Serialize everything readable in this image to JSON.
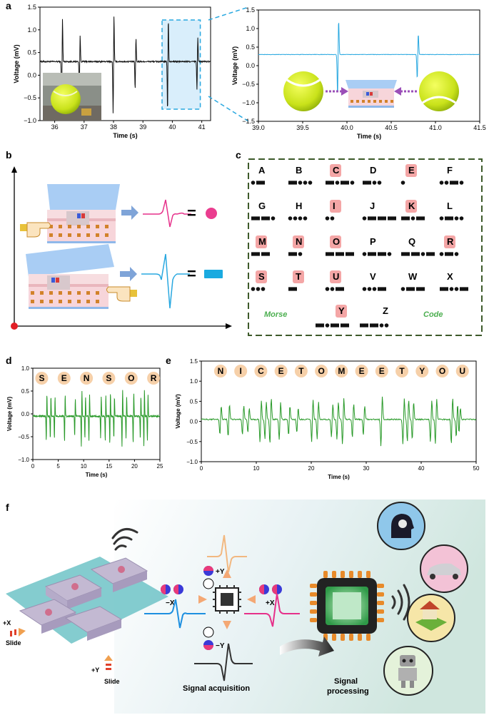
{
  "panel_labels": {
    "a": "a",
    "b": "b",
    "c": "c",
    "d": "d",
    "e": "e",
    "f": "f"
  },
  "colors": {
    "blue_trace": "#29a8e0",
    "black_trace": "#111111",
    "green_trace": "#2a9a2a",
    "pink_trace": "#e6308a",
    "highlight": "#d9eefb",
    "morse_green": "#4caf50",
    "letter_highlight": "#f4a6a6",
    "dashed_frame": "#3d5a2a"
  },
  "chart_data": [
    {
      "type": "line",
      "id": "a-left",
      "xlabel": "Time (s)",
      "ylabel": "Voltage (mV)",
      "xlim": [
        35.5,
        41.3
      ],
      "ylim": [
        -1.0,
        1.5
      ],
      "xticks": [
        "36",
        "37",
        "38",
        "39",
        "40",
        "41"
      ],
      "yticks": [
        "-1.0",
        "-0.5",
        "0.0",
        "0.5",
        "1.0",
        "1.5"
      ],
      "baseline": 0.3,
      "highlight_x": [
        39.65,
        40.95
      ],
      "series": [
        {
          "color": "#111111",
          "events": [
            [
              36.25,
              1.0
            ],
            [
              36.85,
              0.6
            ],
            [
              38.0,
              1.05
            ],
            [
              38.75,
              0.55
            ],
            [
              39.85,
              1.0
            ],
            [
              40.85,
              0.55
            ]
          ]
        }
      ]
    },
    {
      "type": "line",
      "id": "a-right",
      "xlabel": "Time (s)",
      "ylabel": "Voltage (mV)",
      "xlim": [
        39.0,
        41.5
      ],
      "ylim": [
        -1.5,
        1.5
      ],
      "xticks": [
        "39.0",
        "39.5",
        "40.0",
        "40.5",
        "41.0",
        "41.5"
      ],
      "yticks": [
        "-1.5",
        "-1.0",
        "-0.5",
        "0.0",
        "0.5",
        "1.0",
        "1.5"
      ],
      "baseline": 0.3,
      "series": [
        {
          "color": "#29a8e0",
          "events": [
            [
              39.9,
              1.0
            ],
            [
              40.8,
              0.6
            ]
          ]
        }
      ]
    },
    {
      "type": "line",
      "id": "d",
      "xlabel": "Time (s)",
      "ylabel": "Voltage (mV)",
      "xlim": [
        0,
        25
      ],
      "ylim": [
        -1.0,
        1.0
      ],
      "xticks": [
        "0",
        "5",
        "10",
        "15",
        "20",
        "25"
      ],
      "yticks": [
        "-1.0",
        "-0.5",
        "0.0",
        "0.5",
        "1.0"
      ],
      "word_letters": [
        "S",
        "E",
        "N",
        "S",
        "O",
        "R"
      ],
      "baseline": -0.05,
      "series": [
        {
          "color": "#2a9a2a",
          "events": [
            [
              2.7,
              0.5
            ],
            [
              3.5,
              0.45
            ],
            [
              4.3,
              0.45
            ],
            [
              6.3,
              0.5
            ],
            [
              8.3,
              0.4
            ],
            [
              9.6,
              0.6
            ],
            [
              10.3,
              0.45
            ],
            [
              11.1,
              0.5
            ],
            [
              13.4,
              0.45
            ],
            [
              14.3,
              0.5
            ],
            [
              15.2,
              0.55
            ],
            [
              16.0,
              0.45
            ],
            [
              17.6,
              0.6
            ],
            [
              18.4,
              0.45
            ],
            [
              19.8,
              0.55
            ],
            [
              21.2,
              0.45
            ],
            [
              21.9,
              0.6
            ],
            [
              22.6,
              0.5
            ]
          ]
        }
      ]
    },
    {
      "type": "line",
      "id": "e",
      "xlabel": "Time (s)",
      "ylabel": "Voltage (mV)",
      "xlim": [
        0,
        50
      ],
      "ylim": [
        -1.0,
        1.5
      ],
      "xticks": [
        "0",
        "10",
        "20",
        "30",
        "40",
        "50"
      ],
      "yticks": [
        "-1.0",
        "-0.5",
        "0.0",
        "0.5",
        "1.0",
        "1.5"
      ],
      "word_letters": [
        "N",
        "I",
        "C",
        "E",
        "T",
        "O",
        "M",
        "E",
        "E",
        "T",
        "Y",
        "O",
        "U"
      ],
      "baseline": 0.05,
      "series": [
        {
          "color": "#2a9a2a",
          "events": [
            [
              3.5,
              0.35
            ],
            [
              5.0,
              0.4
            ],
            [
              7.6,
              0.35
            ],
            [
              8.6,
              0.3
            ],
            [
              10.8,
              0.5
            ],
            [
              11.7,
              0.45
            ],
            [
              12.6,
              0.55
            ],
            [
              14.3,
              0.45
            ],
            [
              16.0,
              0.35
            ],
            [
              17.5,
              0.3
            ],
            [
              20.2,
              0.5
            ],
            [
              21.2,
              0.45
            ],
            [
              23.8,
              0.4
            ],
            [
              24.8,
              0.45
            ],
            [
              25.8,
              0.55
            ],
            [
              27.6,
              0.4
            ],
            [
              29.6,
              0.35
            ],
            [
              32.8,
              0.6
            ],
            [
              36.8,
              0.55
            ],
            [
              37.6,
              0.5
            ],
            [
              38.5,
              0.45
            ],
            [
              41.8,
              0.5
            ],
            [
              42.7,
              0.55
            ],
            [
              45.6,
              0.55
            ],
            [
              46.5,
              0.4
            ],
            [
              47.0,
              0.3
            ]
          ]
        }
      ]
    }
  ],
  "panel_b": {
    "equals": "="
  },
  "morse": {
    "rows": [
      [
        {
          "letter": "A",
          "code": ".-",
          "hl": false
        },
        {
          "letter": "B",
          "code": "-...",
          "hl": false
        },
        {
          "letter": "C",
          "code": "-.-.",
          "hl": true
        },
        {
          "letter": "D",
          "code": "-..",
          "hl": false
        },
        {
          "letter": "E",
          "code": ".",
          "hl": true
        },
        {
          "letter": "F",
          "code": "..-.",
          "hl": false
        }
      ],
      [
        {
          "letter": "G",
          "code": "--.",
          "hl": false
        },
        {
          "letter": "H",
          "code": "....",
          "hl": false
        },
        {
          "letter": "I",
          "code": "..",
          "hl": true
        },
        {
          "letter": "J",
          "code": ".---",
          "hl": false
        },
        {
          "letter": "K",
          "code": "-.-",
          "hl": true
        },
        {
          "letter": "L",
          "code": ".-..",
          "hl": false
        }
      ],
      [
        {
          "letter": "M",
          "code": "--",
          "hl": true
        },
        {
          "letter": "N",
          "code": "-.",
          "hl": true
        },
        {
          "letter": "O",
          "code": "---",
          "hl": true
        },
        {
          "letter": "P",
          "code": ".--.",
          "hl": false
        },
        {
          "letter": "Q",
          "code": "--.-",
          "hl": false
        },
        {
          "letter": "R",
          "code": ".-.",
          "hl": true
        }
      ],
      [
        {
          "letter": "S",
          "code": "...",
          "hl": true
        },
        {
          "letter": "T",
          "code": "-",
          "hl": true
        },
        {
          "letter": "U",
          "code": "..-",
          "hl": true
        },
        {
          "letter": "V",
          "code": "...-",
          "hl": false
        },
        {
          "letter": "W",
          "code": ".--",
          "hl": false
        },
        {
          "letter": "X",
          "code": "-..-",
          "hl": false
        }
      ]
    ],
    "last_row": [
      {
        "letter": "Y",
        "code": "-.--",
        "hl": true
      },
      {
        "letter": "Z",
        "code": "--..",
        "hl": false
      }
    ],
    "label_left": "Morse",
    "label_right": "Code"
  },
  "panel_f": {
    "minus_x": "−X",
    "plus_x": "+X",
    "plus_y": "+Y",
    "minus_y": "−Y",
    "slide_plus_x": "+X",
    "slide_plus_y": "+Y",
    "slide_1": "Slide",
    "slide_2": "Slide",
    "signal_acquisition": "Signal acquisition",
    "signal_processing_1": "Signal",
    "signal_processing_2": "processing",
    "icons": [
      "brain-icon",
      "car-icon",
      "house-icon",
      "robot-icon"
    ]
  }
}
